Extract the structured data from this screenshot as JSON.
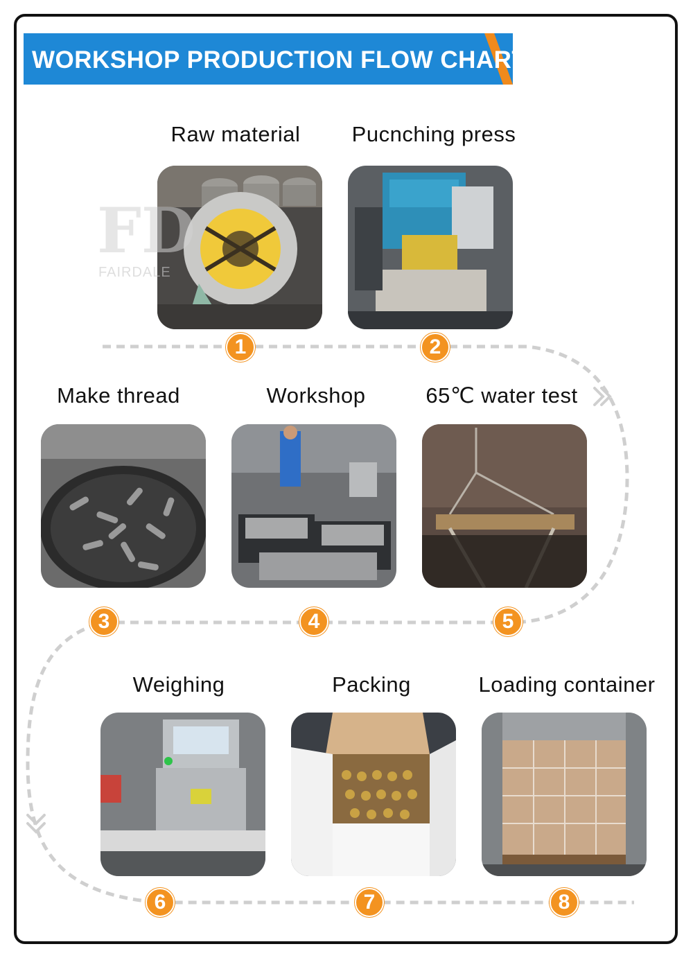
{
  "header": {
    "title": "WORKSHOP PRODUCTION FLOW CHART"
  },
  "watermark": {
    "logo": "FD",
    "brand": "FAIRDALE"
  },
  "steps": [
    {
      "number": "1",
      "label": "Raw material"
    },
    {
      "number": "2",
      "label": "Pucnching press"
    },
    {
      "number": "3",
      "label": "Make thread"
    },
    {
      "number": "4",
      "label": "Workshop"
    },
    {
      "number": "5",
      "label": "65℃ water test"
    },
    {
      "number": "6",
      "label": "Weighing"
    },
    {
      "number": "7",
      "label": "Packing"
    },
    {
      "number": "8",
      "label": "Loading container"
    }
  ],
  "colors": {
    "banner": "#1e88d6",
    "accent": "#f08a1c",
    "badge": "#f39320",
    "flow_line": "#cfcfcf",
    "border": "#111111"
  }
}
